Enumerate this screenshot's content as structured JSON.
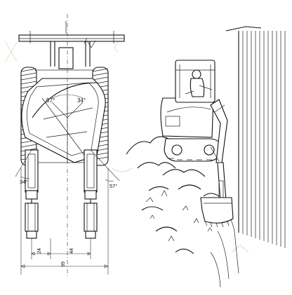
{
  "top_view": {
    "angles": {
      "swing_left": "57°",
      "swing_right": "34°",
      "boom_left": "34°",
      "boom_right": "57°"
    },
    "dimensions": {
      "offset_a": "24",
      "offset_b": "44",
      "overall_width": "99"
    }
  },
  "side_view": {}
}
